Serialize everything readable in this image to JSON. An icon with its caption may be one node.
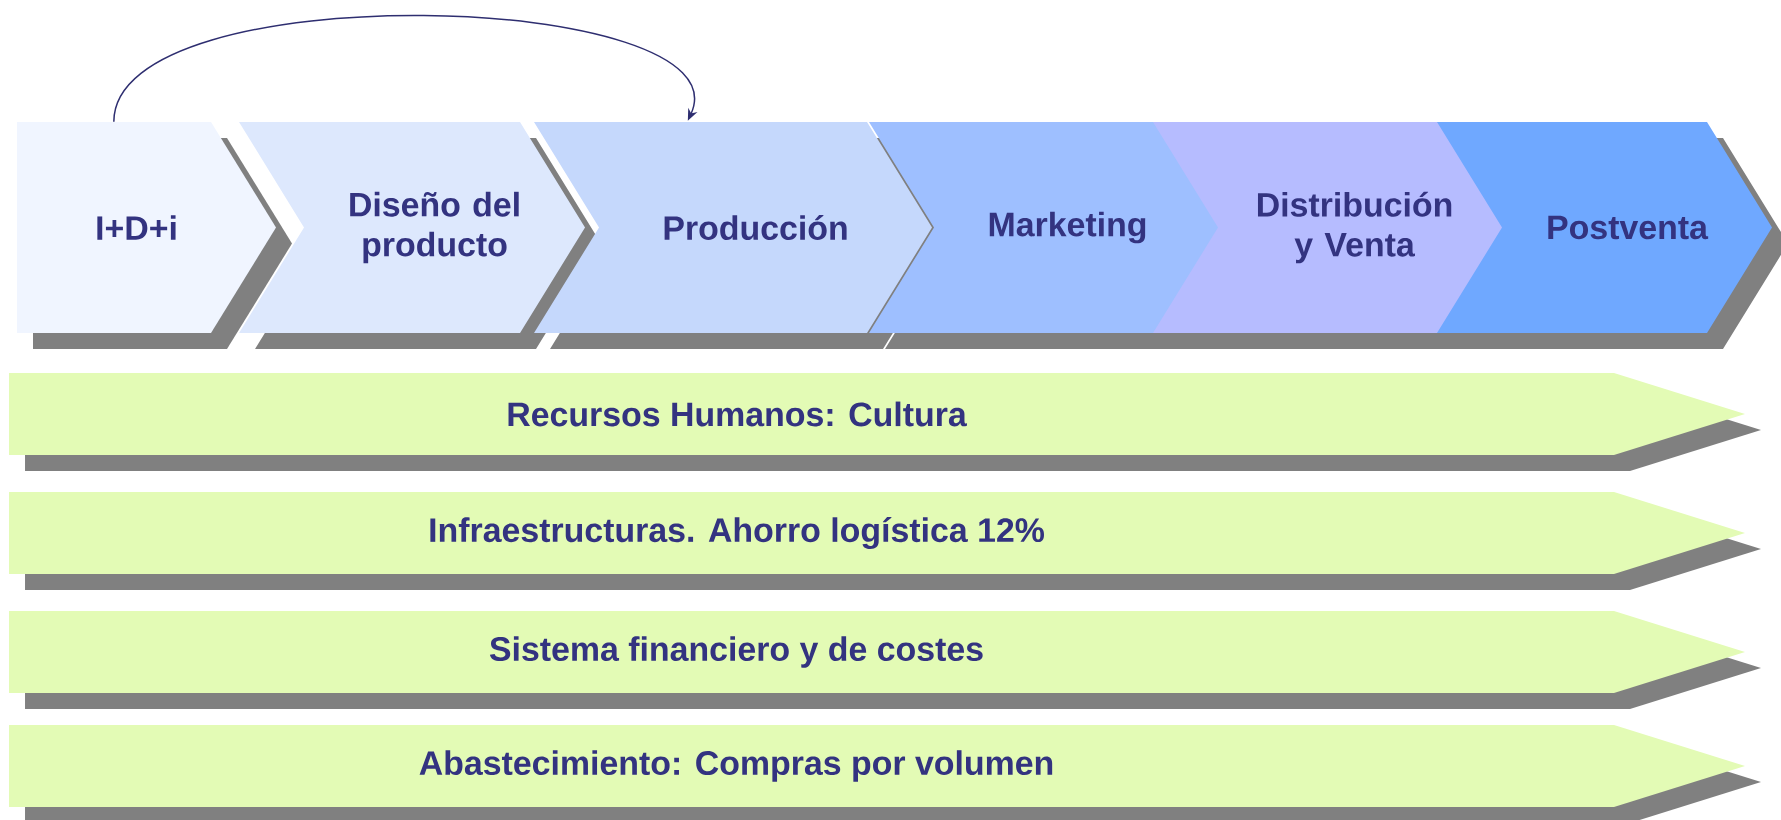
{
  "diagram": {
    "nodes": [
      {
        "text": [
          "I+D+i"
        ]
      },
      {
        "text": [
          "Diseño del producto"
        ]
      },
      {
        "text": [
          "Producción"
        ]
      },
      {
        "text": [
          "Marketing"
        ]
      },
      {
        "text": [
          "Distribución y Venta"
        ]
      },
      {
        "text": [
          "Postventa"
        ]
      },
      {
        "text": [
          "Recursos Humanos: Cultura"
        ]
      },
      {
        "text": [
          "Infraestructuras. Ahorro logística 12%"
        ]
      },
      {
        "text": [
          "Sistema financiero y de costes"
        ]
      },
      {
        "text": [
          "Abastecimiento: Compras por volumen"
        ]
      }
    ],
    "edges": [
      {
        "from": 0,
        "to": 2,
        "arrow": "to"
      }
    ]
  }
}
